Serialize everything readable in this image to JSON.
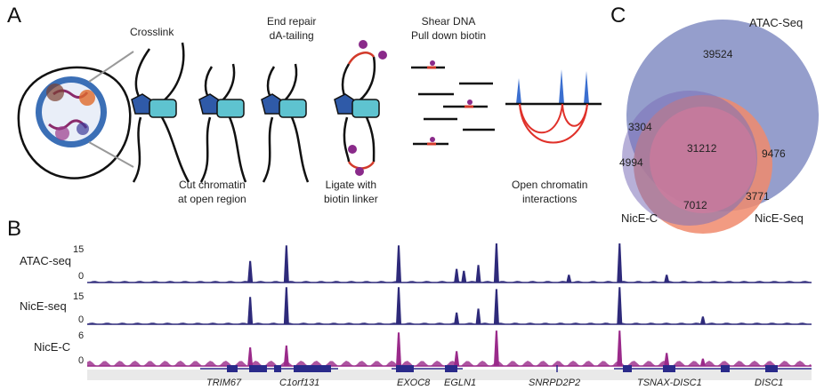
{
  "panels": {
    "a": "A",
    "b": "B",
    "c": "C"
  },
  "panel_a": {
    "steps": {
      "crosslink": "Crosslink",
      "end_repair_1": "End repair",
      "end_repair_2": "dA-tailing",
      "shear_1": "Shear DNA",
      "shear_2": "Pull down biotin",
      "cut_1": "Cut chromatin",
      "cut_2": "at open region",
      "ligate_1": "Ligate with",
      "ligate_2": "biotin linker",
      "open_1": "Open chromatin",
      "open_2": "interactions"
    }
  },
  "panel_b": {
    "tracks": [
      {
        "name": "ATAC-seq",
        "scale_max": "15",
        "scale_min": "0",
        "color": "#2e2a7a"
      },
      {
        "name": "NicE-seq",
        "scale_max": "15",
        "scale_min": "0",
        "color": "#2e2a7a"
      },
      {
        "name": "NicE-C",
        "scale_max": "6",
        "scale_min": "0",
        "color": "#9a2a8a"
      }
    ],
    "genes": [
      "TRIM67",
      "C1orf131",
      "EXOC8",
      "EGLN1",
      "SNRPD2P2",
      "TSNAX-DISC1",
      "DISC1"
    ]
  },
  "panel_c": {
    "sets": {
      "atac": "ATAC-Seq",
      "nice_c": "NicE-C",
      "nice_seq": "NicE-Seq"
    },
    "counts": {
      "atac_only": "39524",
      "atac_nicec": "3304",
      "nicec_only": "4994",
      "all_three": "31212",
      "atac_niceseq": "9476",
      "nicec_niceseq": "7012",
      "niceseq_only": "3771"
    },
    "colors": {
      "atac": "#8a94c6",
      "nice_c": "#7c6fb8",
      "nice_seq": "#f08a6c",
      "center": "#d9789c"
    }
  }
}
